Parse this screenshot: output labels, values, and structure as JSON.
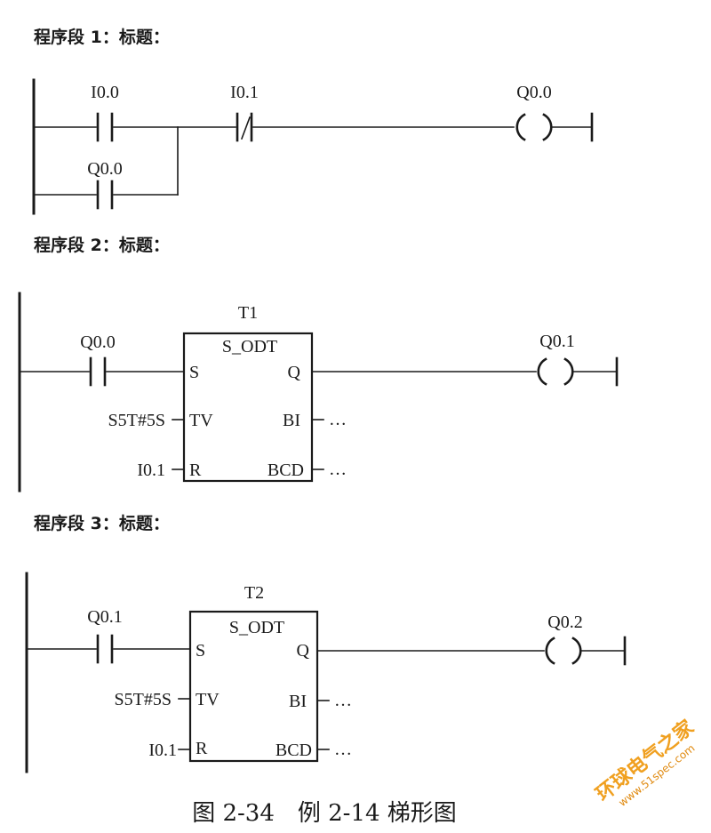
{
  "networks": [
    {
      "title": "程序段 1：标题：",
      "contacts": [
        "I0.0",
        "Q0.0"
      ],
      "nc_contact": "I0.1",
      "coil": "Q0.0"
    },
    {
      "title": "程序段 2：标题：",
      "input_contact": "Q0.0",
      "timer": {
        "name": "T1",
        "type": "S_ODT",
        "pins": {
          "s": "S",
          "q": "Q",
          "tv": "TV",
          "bi": "BI",
          "r": "R",
          "bcd": "BCD"
        },
        "tv_value": "S5T#5S",
        "reset": "I0.1",
        "dots": "…"
      },
      "coil": "Q0.1"
    },
    {
      "title": "程序段 3：标题：",
      "input_contact": "Q0.1",
      "timer": {
        "name": "T2",
        "type": "S_ODT",
        "pins": {
          "s": "S",
          "q": "Q",
          "tv": "TV",
          "bi": "BI",
          "r": "R",
          "bcd": "BCD"
        },
        "tv_value": "S5T#5S",
        "reset": "I0.1",
        "dots": "…"
      },
      "coil": "Q0.2"
    }
  ],
  "caption": "图 2-34　例 2-14 梯形图",
  "watermark": {
    "text": "环球电气之家",
    "url": "www.51spec.com",
    "color": "#f0a020"
  }
}
